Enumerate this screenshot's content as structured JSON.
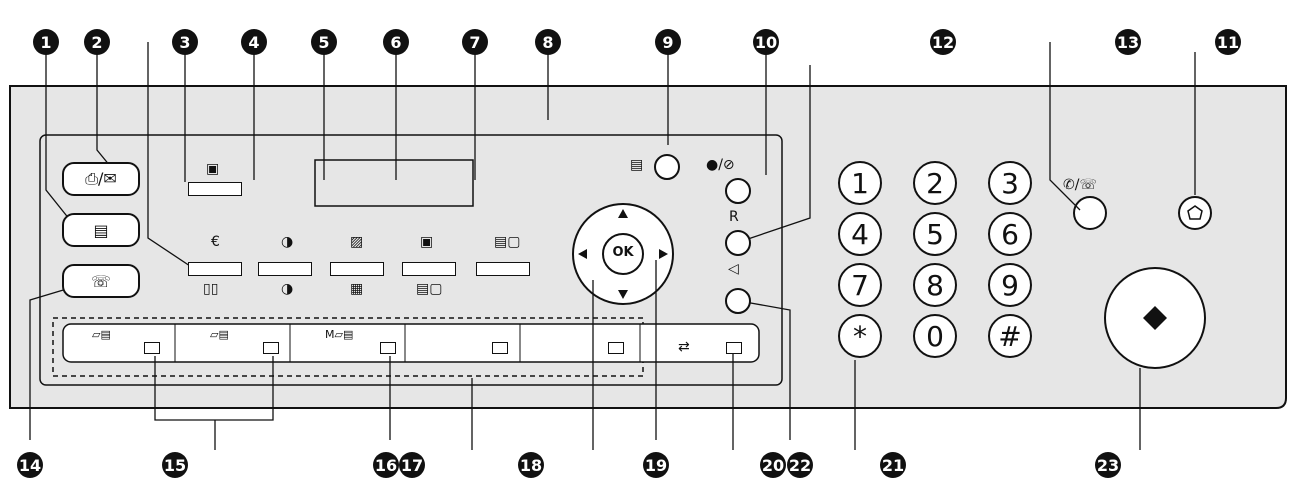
{
  "callouts": [
    "1",
    "2",
    "3",
    "4",
    "5",
    "6",
    "7",
    "8",
    "9",
    "10",
    "12",
    "13",
    "11",
    "14",
    "15",
    "16",
    "17",
    "18",
    "19",
    "20",
    "22",
    "21",
    "23"
  ],
  "keypad": [
    "1",
    "2",
    "3",
    "4",
    "5",
    "6",
    "7",
    "8",
    "9",
    "*",
    "0",
    "#"
  ],
  "nav_ok_label": "OK",
  "r_label": "R"
}
